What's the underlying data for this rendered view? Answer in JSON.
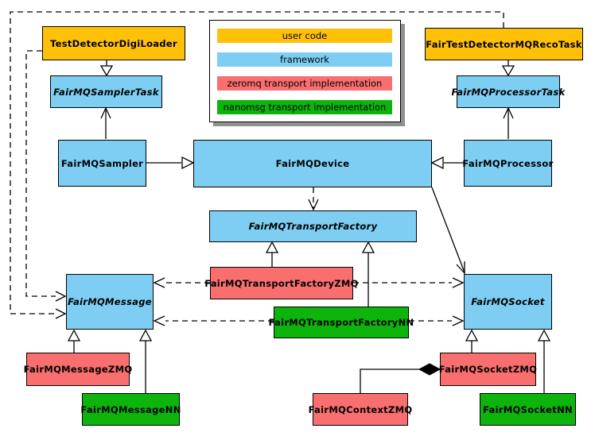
{
  "legend": {
    "items": [
      {
        "label": "user code",
        "color": "#FFC107"
      },
      {
        "label": "framework",
        "color": "#7DCEF2"
      },
      {
        "label": "zeromq transport implementation",
        "color": "#F96F6F"
      },
      {
        "label": "nanomsg transport implementation",
        "color": "#0CB40C"
      }
    ]
  },
  "nodes": {
    "digiLoader": {
      "label": "TestDetectorDigiLoader",
      "category": "user code",
      "abstract": false
    },
    "recoTask": {
      "label": "FairTestDetectorMQRecoTask",
      "category": "user code",
      "abstract": false
    },
    "samplerTask": {
      "label": "FairMQSamplerTask",
      "category": "framework",
      "abstract": true
    },
    "processorTask": {
      "label": "FairMQProcessorTask",
      "category": "framework",
      "abstract": true
    },
    "sampler": {
      "label": "FairMQSampler",
      "category": "framework",
      "abstract": false
    },
    "device": {
      "label": "FairMQDevice",
      "category": "framework",
      "abstract": false
    },
    "processor": {
      "label": "FairMQProcessor",
      "category": "framework",
      "abstract": false
    },
    "transportFactory": {
      "label": "FairMQTransportFactory",
      "category": "framework",
      "abstract": true
    },
    "transportFactoryZMQ": {
      "label": "FairMQTransportFactoryZMQ",
      "category": "zeromq",
      "abstract": false
    },
    "transportFactoryNN": {
      "label": "FairMQTransportFactoryNN",
      "category": "nanomsg",
      "abstract": false
    },
    "message": {
      "label": "FairMQMessage",
      "category": "framework",
      "abstract": true
    },
    "socket": {
      "label": "FairMQSocket",
      "category": "framework",
      "abstract": true
    },
    "messageZMQ": {
      "label": "FairMQMessageZMQ",
      "category": "zeromq",
      "abstract": false
    },
    "messageNN": {
      "label": "FairMQMessageNN",
      "category": "nanomsg",
      "abstract": false
    },
    "socketZMQ": {
      "label": "FairMQSocketZMQ",
      "category": "zeromq",
      "abstract": false
    },
    "socketNN": {
      "label": "FairMQSocketNN",
      "category": "nanomsg",
      "abstract": false
    },
    "contextZMQ": {
      "label": "FairMQContextZMQ",
      "category": "zeromq",
      "abstract": false
    }
  },
  "edges": [
    {
      "from": "TestDetectorDigiLoader",
      "to": "FairMQSamplerTask",
      "relation": "generalization"
    },
    {
      "from": "FairMQSampler",
      "to": "FairMQSamplerTask",
      "relation": "association"
    },
    {
      "from": "FairTestDetectorMQRecoTask",
      "to": "FairMQProcessorTask",
      "relation": "generalization"
    },
    {
      "from": "FairMQProcessor",
      "to": "FairMQProcessorTask",
      "relation": "association"
    },
    {
      "from": "FairMQSampler",
      "to": "FairMQDevice",
      "relation": "generalization"
    },
    {
      "from": "FairMQProcessor",
      "to": "FairMQDevice",
      "relation": "generalization"
    },
    {
      "from": "FairMQDevice",
      "to": "FairMQTransportFactory",
      "relation": "dependency"
    },
    {
      "from": "FairMQTransportFactoryZMQ",
      "to": "FairMQTransportFactory",
      "relation": "generalization"
    },
    {
      "from": "FairMQTransportFactoryNN",
      "to": "FairMQTransportFactory",
      "relation": "generalization"
    },
    {
      "from": "FairMQTransportFactoryZMQ",
      "to": "FairMQMessage",
      "relation": "dependency"
    },
    {
      "from": "FairMQTransportFactoryZMQ",
      "to": "FairMQSocket",
      "relation": "dependency"
    },
    {
      "from": "FairMQTransportFactoryNN",
      "to": "FairMQMessage",
      "relation": "dependency"
    },
    {
      "from": "FairMQTransportFactoryNN",
      "to": "FairMQSocket",
      "relation": "dependency"
    },
    {
      "from": "FairMQDevice",
      "to": "FairMQSocket",
      "relation": "association"
    },
    {
      "from": "FairMQMessageZMQ",
      "to": "FairMQMessage",
      "relation": "generalization"
    },
    {
      "from": "FairMQMessageNN",
      "to": "FairMQMessage",
      "relation": "generalization"
    },
    {
      "from": "FairMQSocketZMQ",
      "to": "FairMQSocket",
      "relation": "generalization"
    },
    {
      "from": "FairMQSocketNN",
      "to": "FairMQSocket",
      "relation": "generalization"
    },
    {
      "from": "TestDetectorDigiLoader",
      "to": "FairMQMessage",
      "relation": "dependency"
    },
    {
      "from": "FairTestDetectorMQRecoTask",
      "to": "FairMQMessage",
      "relation": "dependency"
    },
    {
      "from": "FairMQContextZMQ",
      "to": "FairMQSocketZMQ",
      "relation": "aggregation"
    }
  ]
}
